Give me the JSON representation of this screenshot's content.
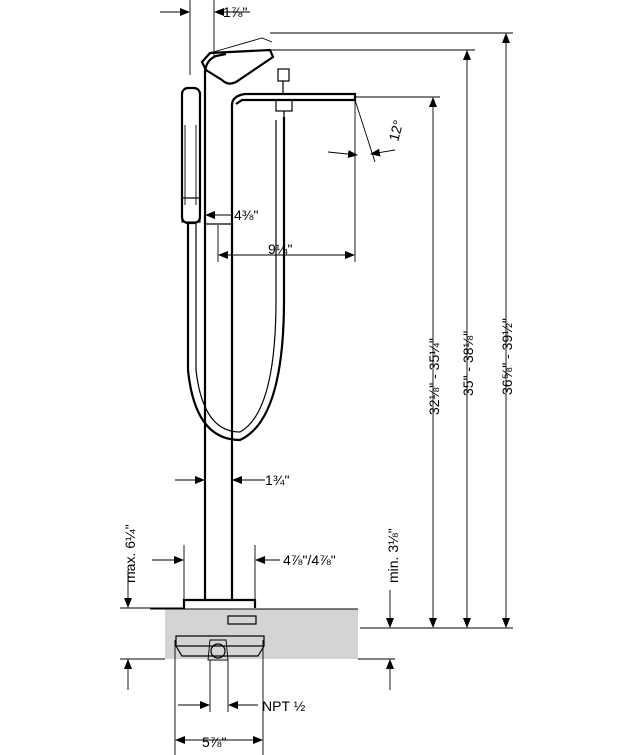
{
  "dimensions": {
    "top_offset": "1⅞\"",
    "angle": "12°",
    "handshower_offset": "4⅜\"",
    "spout_reach": "9¼\"",
    "height_spout": "32⅛\" - 35¼\"",
    "height_handle": "35\" - 38⅛\"",
    "height_total": "36⅝\" - 39½\"",
    "column_diameter": "1¾\"",
    "max_floor": "max. 6¼\"",
    "escutcheon": "4⅞\"/4⅞\"",
    "min_floor": "min. 3⅛\"",
    "thread": "NPT ½",
    "base_width": "5⅞\""
  },
  "colors": {
    "line": "#000000",
    "floor_fill": "#d4d4d4",
    "background": "#ffffff"
  }
}
